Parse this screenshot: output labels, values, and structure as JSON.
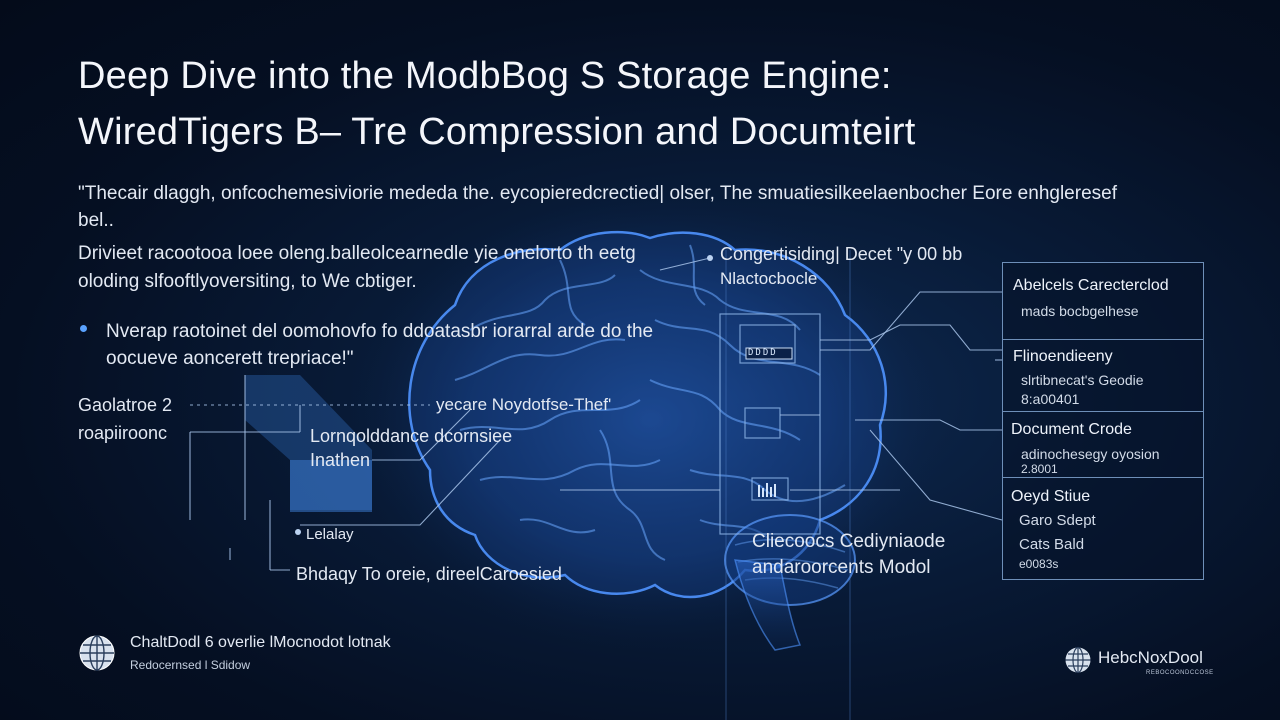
{
  "title": {
    "line1": "Deep Dive into the ModbBog S Storage Engine:",
    "line2": "WiredTigers B– Tre Compression and Documteirt"
  },
  "quote": "\"Thecair dlaggh, onfcochemesiviorie mededa the. eycopieredcrectied| olser, The smuatiesilkeelaenbocher Eore enhgleresef bel..",
  "intro": "Drivieet racootooa loee oleng.balleolcearnedle yie onelorto th eetg oloding slfooftlyoversiting, to We cbtiger.",
  "bullet": "Nverap raotoinet del oomohovfo fo ddoatasbr iorarral arde do the oocueve aoncerett trepriace!\"",
  "left_labels": {
    "label_a_line1": "Gaolatroe 2",
    "label_a_line2": "roapiiroonc",
    "label_b_line1": "Lornqolddance dcornsiee",
    "label_b_line2": "Inathen",
    "label_c": "Lelalay",
    "label_d": "Bhdaqy To oreie, direelCaroesied"
  },
  "center_labels": {
    "top_line1": "Congertisiding| Decet \"y 00 bb",
    "top_line2": "Nlactocbocle",
    "mid": "yecare Noydotfse-Thef'",
    "bottom_line1": "Cliecoocs Cediyniaode",
    "bottom_line2": "andaroorcents Modol"
  },
  "panel": {
    "box1": {
      "heading": "Abelcels Carecterclod",
      "sub": "mads bocbgelhese"
    },
    "box2": {
      "heading": "Flinoendieeny",
      "sub1": "slrtibnecat's Geodie",
      "sub2": "8:a00401"
    },
    "box3": {
      "heading": "Document Crode",
      "sub1": "adinochesegy oyosion",
      "sub2": "2.8001"
    },
    "box4": {
      "heading": "Oeyd Stiue",
      "sub1": "Garo Sdept",
      "sub2": "Cats Bald",
      "sub3": "e0083s"
    }
  },
  "chip_text": "DDDD",
  "footer": {
    "main": "ChaltDodl 6 overlie lMocnodot lotnak",
    "sub": "Redocernsed l Sdidow",
    "brand": "HebcNoxDool",
    "brand_sub": "REBOCOONDCCOSE"
  },
  "colors": {
    "background": "#050f22",
    "accent_blue": "#5aa2ff",
    "brain_glow": "#3f86ff",
    "panel_border": "#6e8fb8",
    "text": "#e9eef7"
  },
  "icons": {
    "left_logo": "globe-icon",
    "right_logo": "globe-icon",
    "bullet": "bullet-dot-icon"
  }
}
